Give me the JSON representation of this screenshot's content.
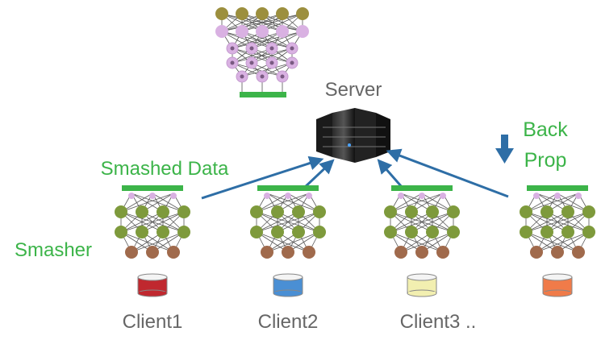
{
  "server": {
    "label": "Server"
  },
  "labels": {
    "smashed_data": "Smashed Data",
    "smasher": "Smasher",
    "back_prop_line1": "Back",
    "back_prop_line2": "Prop"
  },
  "clients": [
    {
      "label": "Client1",
      "db_color": "#c0282f"
    },
    {
      "label": "Client2",
      "db_color": "#4a8fd4"
    },
    {
      "label": "Client3 ..",
      "db_color": "#f2efb0"
    },
    {
      "label": "",
      "db_color": "#f07b49"
    }
  ],
  "colors": {
    "accent_green": "#3cb449",
    "arrow_blue": "#2e6ea6",
    "node_olive": "#7e9a3c",
    "node_brown": "#a06a4c",
    "node_top_olive": "#9c8f3e",
    "node_lilac": "#d9b1e2",
    "node_lilac_dark": "#c49bcf",
    "edge_gray": "#555555",
    "label_gray": "#666666"
  }
}
